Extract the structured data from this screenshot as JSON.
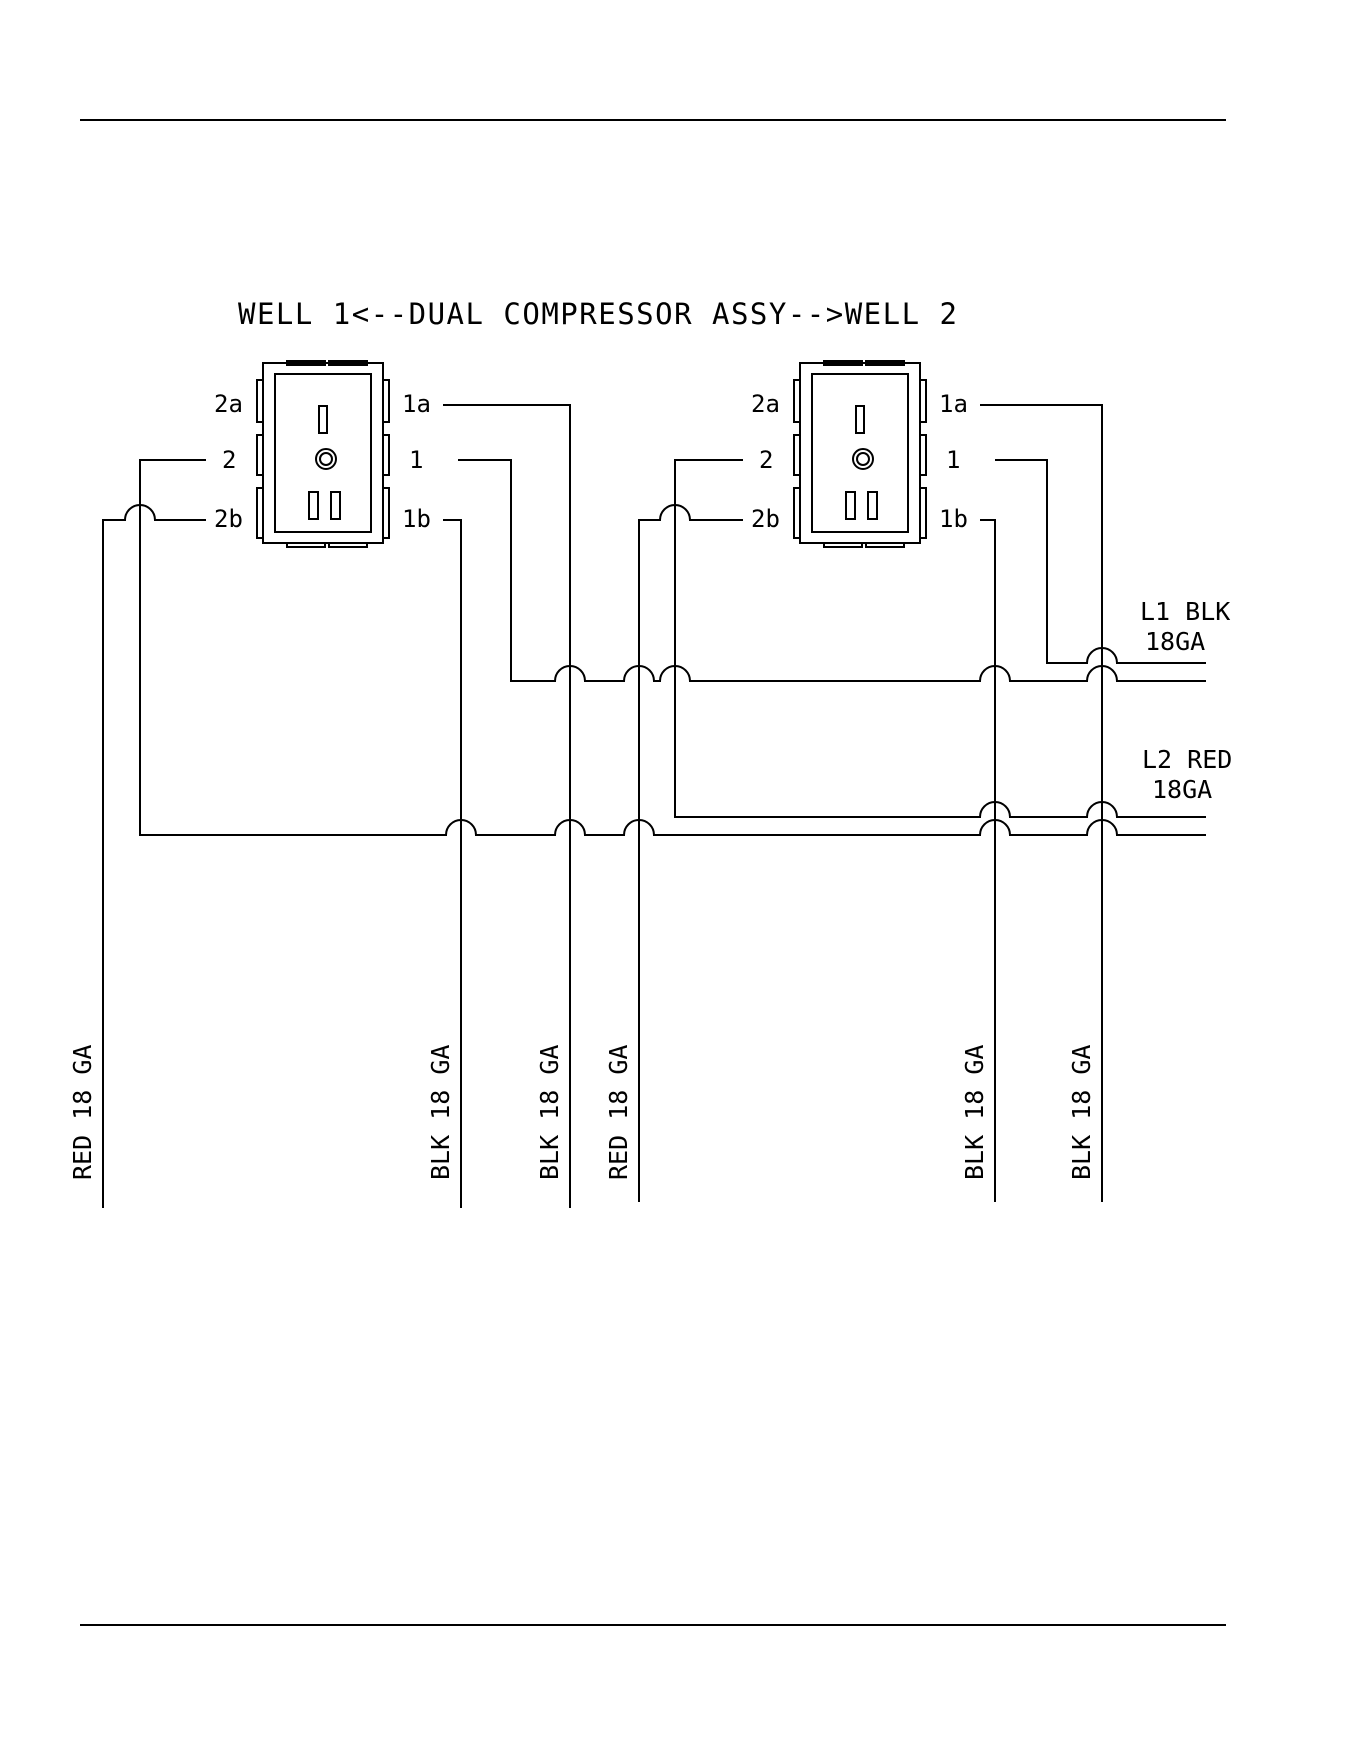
{
  "title": "WELL 1<--DUAL COMPRESSOR ASSY-->WELL 2",
  "left_receptacle": {
    "pins": {
      "p2a": "2a",
      "p2": "2",
      "p2b": "2b",
      "p1a": "1a",
      "p1": "1",
      "p1b": "1b"
    }
  },
  "right_receptacle": {
    "pins": {
      "p2a": "2a",
      "p2": "2",
      "p2b": "2b",
      "p1a": "1a",
      "p1": "1",
      "p1b": "1b"
    }
  },
  "lines": {
    "l1": {
      "name": "L1 BLK",
      "gauge": "18GA"
    },
    "l2": {
      "name": "L2 RED",
      "gauge": "18GA"
    }
  },
  "wire_labels": [
    "RED 18 GA",
    "BLK 18 GA",
    "BLK 18 GA",
    "RED 18 GA",
    "BLK 18 GA",
    "BLK 18 GA"
  ],
  "colors": {
    "ink": "#000000",
    "paper": "#ffffff"
  }
}
